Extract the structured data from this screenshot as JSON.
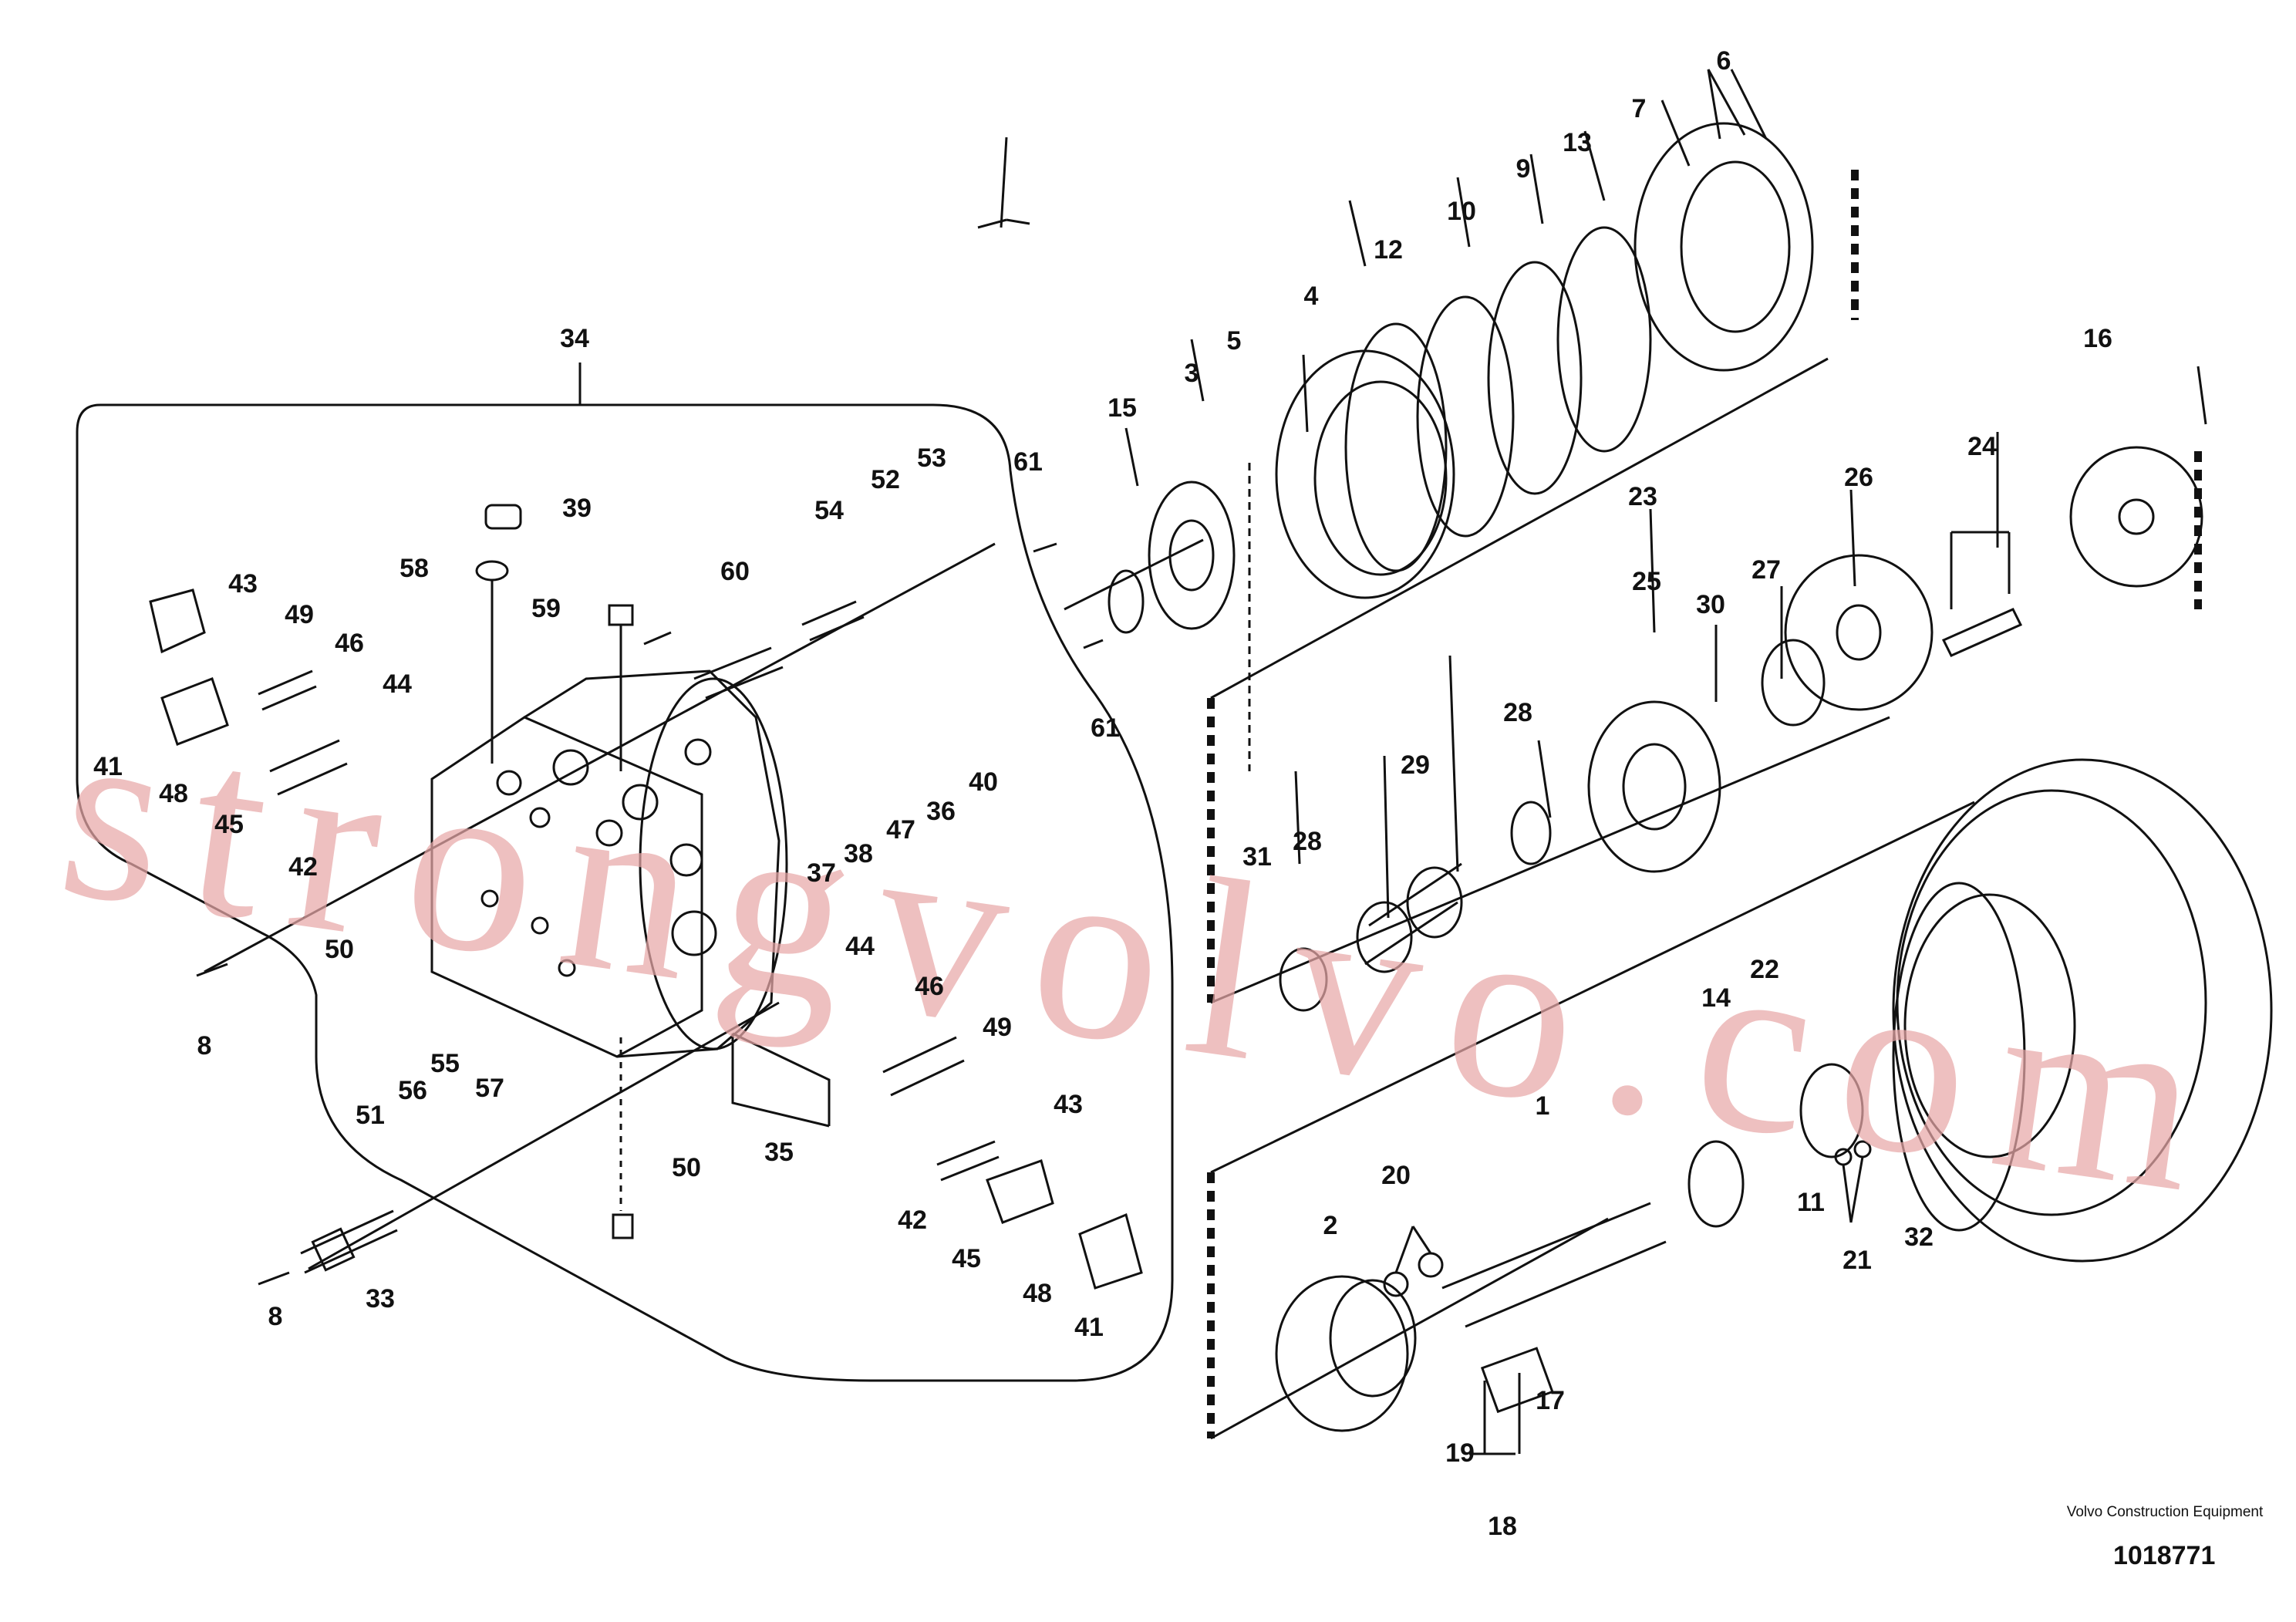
{
  "diagram": {
    "callouts": [
      "1",
      "2",
      "3",
      "4",
      "5",
      "6",
      "7",
      "8",
      "8",
      "9",
      "10",
      "11",
      "12",
      "13",
      "14",
      "15",
      "16",
      "17",
      "18",
      "19",
      "20",
      "21",
      "22",
      "23",
      "24",
      "25",
      "26",
      "27",
      "28",
      "28",
      "29",
      "30",
      "31",
      "32",
      "33",
      "34",
      "35",
      "36",
      "37",
      "38",
      "39",
      "40",
      "41",
      "41",
      "42",
      "42",
      "43",
      "43",
      "44",
      "44",
      "45",
      "45",
      "46",
      "46",
      "47",
      "48",
      "48",
      "49",
      "49",
      "50",
      "50",
      "51",
      "52",
      "53",
      "54",
      "55",
      "56",
      "57",
      "58",
      "59",
      "60",
      "61",
      "61"
    ],
    "watermark": "strongvolvo.com",
    "manufacturer": "Volvo Construction Equipment",
    "document_number": "1018771"
  }
}
